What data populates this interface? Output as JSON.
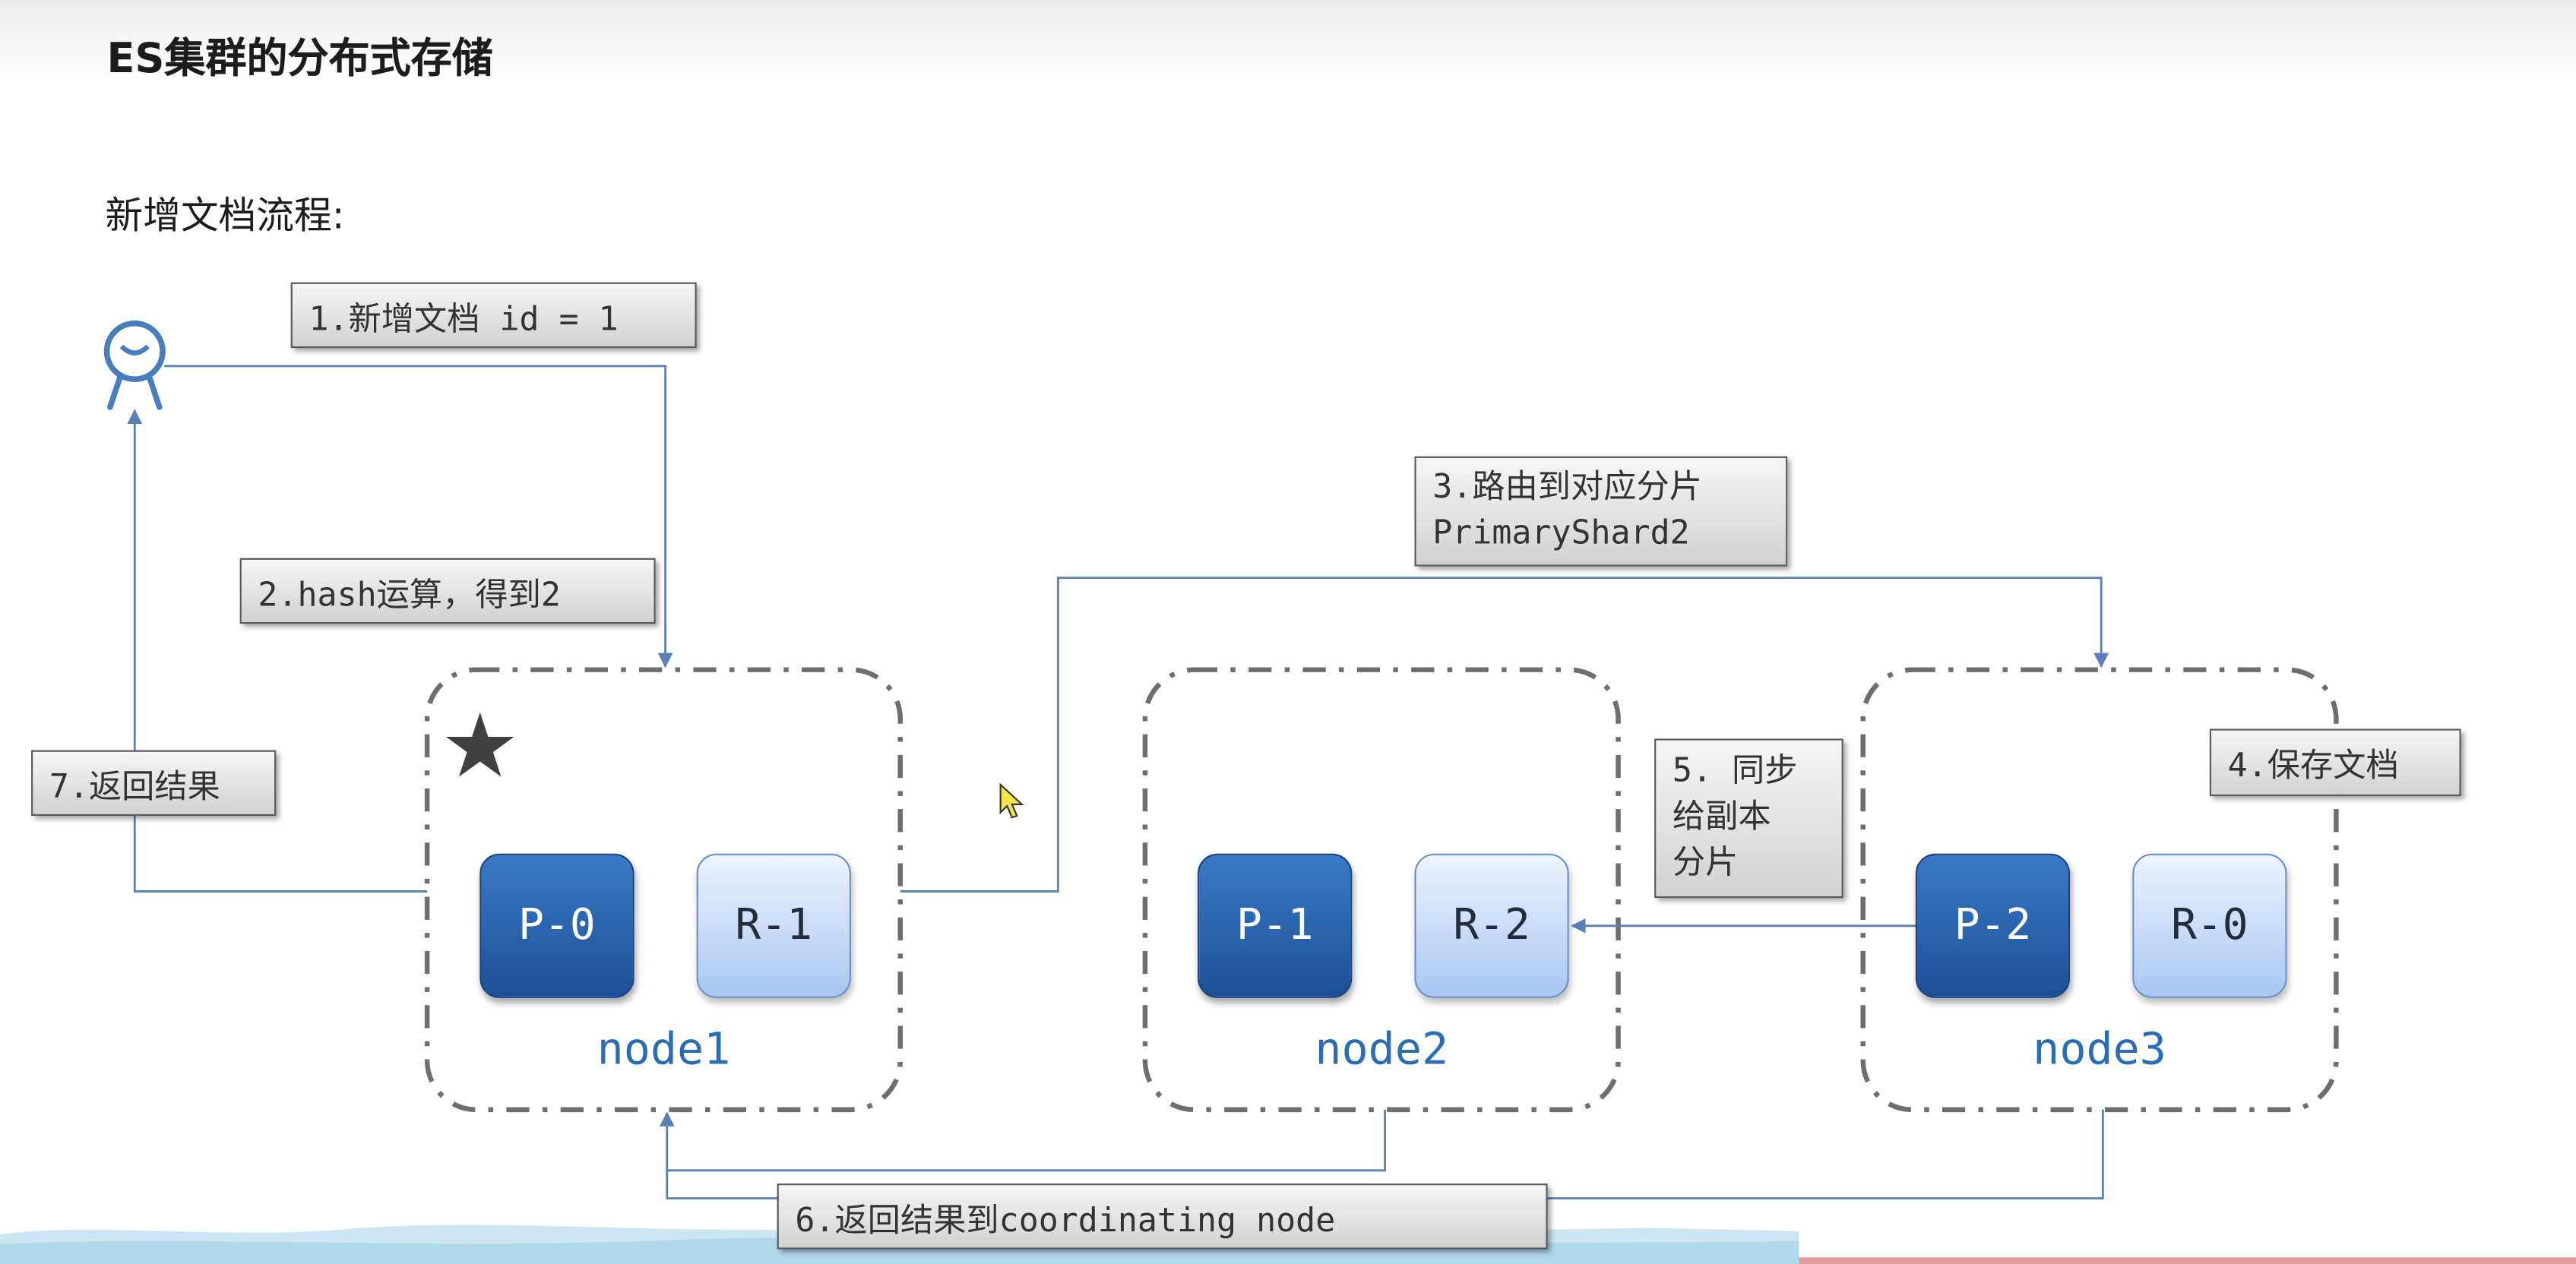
{
  "title": "ES集群的分布式存储",
  "subtitle": "新增文档流程:",
  "steps": {
    "step1": "1.新增文档 id = 1",
    "step2": "2.hash运算，得到2",
    "step3": "3.路由到对应分片\nPrimaryShard2",
    "step4": "4.保存文档",
    "step5": "5. 同步\n给副本\n分片",
    "step6": "6.返回结果到coordinating node",
    "step7": "7.返回结果"
  },
  "nodes": [
    {
      "name": "node1",
      "primary": "P-0",
      "replica": "R-1",
      "coordinating": true
    },
    {
      "name": "node2",
      "primary": "P-1",
      "replica": "R-2"
    },
    {
      "name": "node3",
      "primary": "P-2",
      "replica": "R-0"
    }
  ],
  "icons": {
    "client": "user-icon",
    "coordinating": "star-icon",
    "star_glyph": "★"
  },
  "colors": {
    "primary_shard": "#1d4f96",
    "replica_shard": "#a9c7f2",
    "node_label": "#2a6db5",
    "connector": "#5b80b8",
    "node_border": "#6e6e6e"
  }
}
